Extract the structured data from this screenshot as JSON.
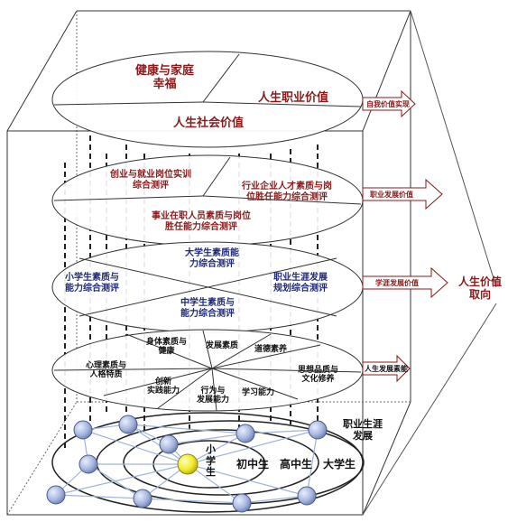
{
  "colors": {
    "top_level_text": "#8b1a1a",
    "middle_level_text": "#1f2a78",
    "bottom_level_text": "#111111",
    "node_fill": "#a9b8df",
    "center_node_fill": "#f3ec2a",
    "network_edge": "#9fb4dc"
  },
  "layer1": {
    "health": "健康与家庭\n幸福",
    "career_value": "人生职业价值",
    "social_value": "人生社会价值"
  },
  "layer2": {
    "entrepreneurship": "创业与就业岗位实训\n综合测评",
    "industry": "行业企业人才素质与岗\n位胜任能力综合测评",
    "incumbent": "事业在职人员素质与岗位\n胜任能力综合测评"
  },
  "layer3": {
    "university": "大学生素质能\n力综合测评",
    "primary": "小学生素质与\n能力综合测评",
    "career_planning": "职业生涯发展\n规划综合测评",
    "middle": "中学生素质与\n能力综合测评"
  },
  "layer4": {
    "physical": "身体素质与\n健康",
    "development": "发展素质",
    "ethics": "道德素养",
    "psychology": "心理素质与\n人格特质",
    "ideology": "思想品质与\n文化修养",
    "innovation": "创新\n实践能力",
    "behavior": "行为与\n发展能力",
    "learning": "学习能力"
  },
  "base": {
    "career_dev": "职业生涯\n发展",
    "primary": "小\n学\n生",
    "junior": "初中生",
    "senior": "高中生",
    "university": "大学生"
  },
  "arrows": {
    "self_value": "自我价值实现",
    "career_dev_value": "职业发展价值",
    "study_dev_value": "学涯发展价值",
    "life_dev_quality": "人生发展素能"
  },
  "life_value": "人生价值\n取向"
}
